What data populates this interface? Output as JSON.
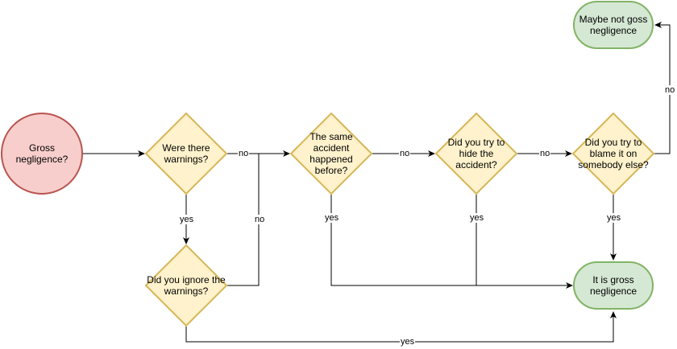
{
  "colors": {
    "start_fill": "#f8cecc",
    "start_stroke": "#b85450",
    "decision_fill": "#fff2cc",
    "decision_stroke": "#d6b656",
    "end_fill": "#d5e8d4",
    "end_stroke": "#82b366",
    "line": "#000000"
  },
  "nodes": {
    "start": {
      "label": "Gross\nnegligence?"
    },
    "d_warnings": {
      "label": "Were there\nwarnings?"
    },
    "d_ignore": {
      "label": "Did you ignore the\nwarnings?"
    },
    "d_same_accident": {
      "label": "The same\naccident\nhappened\nbefore?"
    },
    "d_hide": {
      "label": "Did you try to\nhide the\naccident?"
    },
    "d_blame": {
      "label": "Did you try to\nblame it on\nsomebody else?"
    },
    "end_maybe_not": {
      "label": "Maybe not goss\nnegligence"
    },
    "end_gross": {
      "label": "It is gross\nnegligence"
    }
  },
  "edges": {
    "warnings_no": "no",
    "warnings_yes": "yes",
    "ignore_no": "no",
    "ignore_yes": "yes",
    "same_no": "no",
    "same_yes": "yes",
    "hide_no": "no",
    "hide_yes": "yes",
    "blame_no": "no",
    "blame_yes": "yes"
  }
}
